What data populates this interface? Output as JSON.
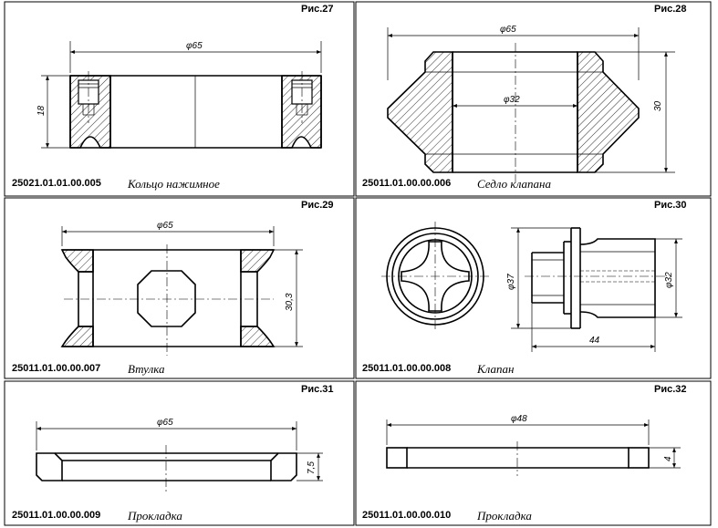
{
  "panels": [
    {
      "fig": "Рис.27",
      "code": "25021.01.01.00.005",
      "name": "Кольцо нажимное",
      "dims": {
        "width": "φ65",
        "height": "18"
      }
    },
    {
      "fig": "Рис.28",
      "code": "25011.01.00.00.006",
      "name": "Седло клапана",
      "dims": {
        "width": "φ65",
        "bore": "φ32",
        "height": "30"
      }
    },
    {
      "fig": "Рис.29",
      "code": "25011.01.00.00.007",
      "name": "Втулка",
      "dims": {
        "width": "φ65",
        "height": "30,3"
      }
    },
    {
      "fig": "Рис.30",
      "code": "25011.01.00.00.008",
      "name": "Клапан",
      "dims": {
        "outer": "φ37",
        "inner": "φ32",
        "length": "44"
      }
    },
    {
      "fig": "Рис.31",
      "code": "25011.01.00.00.009",
      "name": "Прокладка",
      "dims": {
        "width": "φ65",
        "height": "7,5"
      }
    },
    {
      "fig": "Рис.32",
      "code": "25011.01.00.00.010",
      "name": "Прокладка",
      "dims": {
        "width": "φ48",
        "height": "4"
      }
    }
  ]
}
